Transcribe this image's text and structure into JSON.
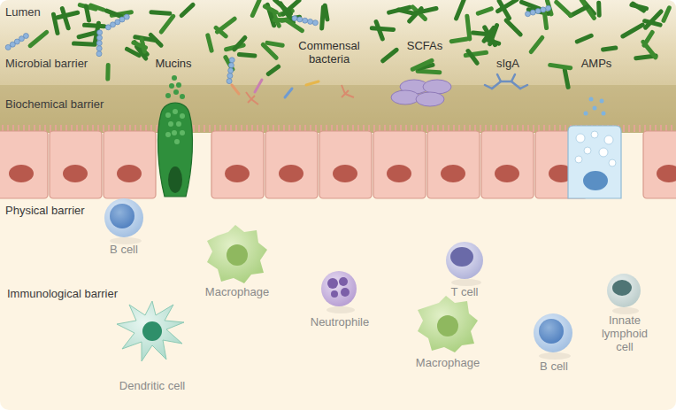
{
  "diagram": {
    "labels": [
      "Lumen",
      "Microbial barrier",
      "Mucins",
      "Commensal bacteria",
      "SCFAs",
      "Biochemical barrier",
      "sIgA",
      "AMPs",
      "Physical barrier",
      "B cell",
      "Macrophage",
      "Immunological barrier",
      "Neutrophile",
      "T cell",
      "Innate lymphoid cell",
      "Macrophage",
      "B cell",
      "Dendritic cell"
    ]
  }
}
